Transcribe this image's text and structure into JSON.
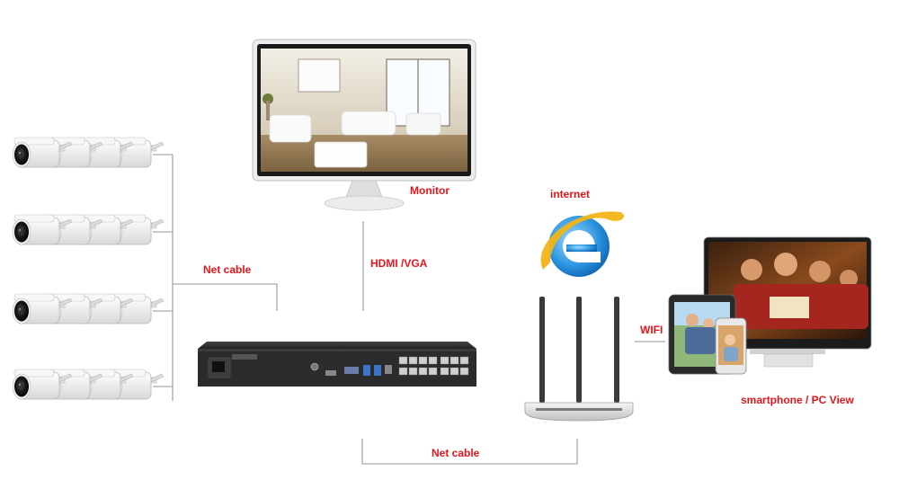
{
  "labels": {
    "monitor": "Monitor",
    "internet": "internet",
    "hdmi_vga": "HDMI /VGA",
    "net_cable_left": "Net cable",
    "net_cable_bottom": "Net cable",
    "wifi": "WIFI",
    "smartphone_pc": "smartphone / PC View"
  },
  "colors": {
    "label": "#e8141b",
    "line": "#a9a9a9",
    "ie_blue": "#1e86d6",
    "nvr_dark": "#2b2b2b"
  },
  "icons": [
    "camera-icon",
    "monitor-icon",
    "nvr-icon",
    "router-icon",
    "internet-explorer-icon",
    "tablet-icon",
    "smartphone-icon",
    "pc-monitor-icon"
  ]
}
